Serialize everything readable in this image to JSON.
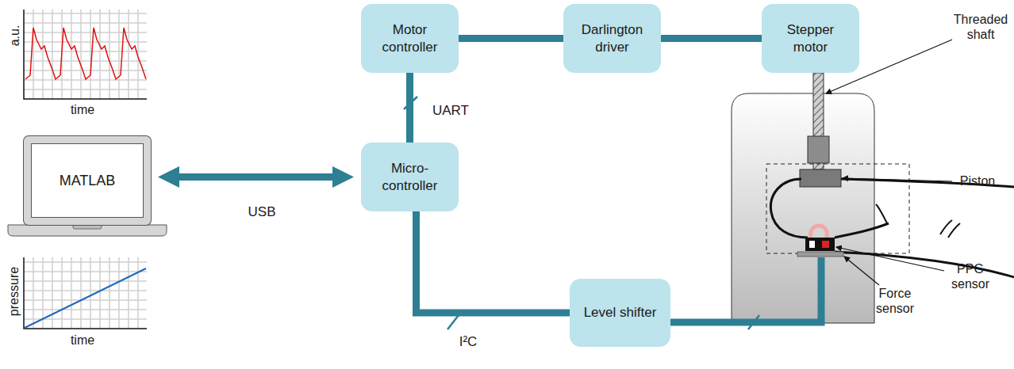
{
  "diagram": {
    "nodes": [
      {
        "text": [
          "Motor controller"
        ]
      },
      {
        "text": [
          "Darlington driver"
        ]
      },
      {
        "text": [
          "Stepper motor"
        ]
      },
      {
        "text": [
          "MATLAB"
        ]
      },
      {
        "text": [
          "Micro-controller"
        ]
      },
      {
        "text": [
          "Level shifter"
        ]
      }
    ],
    "edges": [
      {
        "from": 0,
        "to": 1,
        "arrow": "none"
      },
      {
        "from": 1,
        "to": 2,
        "arrow": "none"
      },
      {
        "from": 4,
        "to": 0,
        "label": "UART",
        "arrow": "none"
      },
      {
        "from": 3,
        "to": 4,
        "label": "USB",
        "arrow": "both"
      },
      {
        "from": 4,
        "to": 5,
        "label": "I²C",
        "arrow": "none"
      }
    ],
    "labels": [
      "a.u.",
      "time",
      "pressure",
      "time",
      "Threaded shaft",
      "Piston",
      "PPG sensor",
      "Force sensor"
    ]
  }
}
